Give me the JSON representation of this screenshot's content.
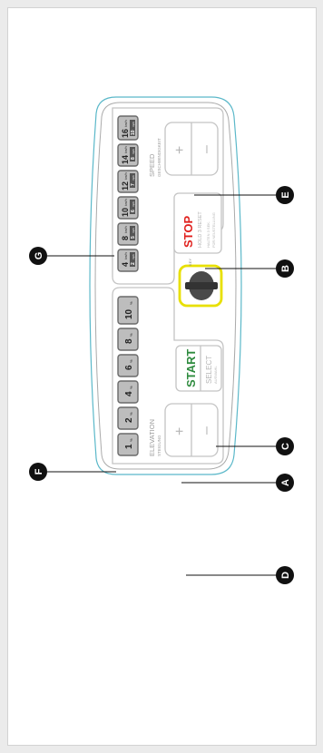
{
  "elevation": {
    "title": "ELEVATION",
    "subtitle": "STEIGUNG",
    "minus": "–",
    "plus": "+",
    "unit": "%",
    "presets": [
      "1",
      "2",
      "4",
      "6",
      "8",
      "10"
    ]
  },
  "speed": {
    "title": "SPEED",
    "subtitle": "GESCHWINDIGKEIT",
    "minus": "–",
    "plus": "+",
    "kmh_unit": "km/h",
    "mph_unit": "mph",
    "presets": [
      {
        "kmh": "4",
        "mph": "2"
      },
      {
        "kmh": "8",
        "mph": "5"
      },
      {
        "kmh": "10",
        "mph": "6"
      },
      {
        "kmh": "12",
        "mph": "7"
      },
      {
        "kmh": "14",
        "mph": "8"
      },
      {
        "kmh": "16",
        "mph": "10"
      }
    ]
  },
  "buttons": {
    "start": "START",
    "select": "SELECT",
    "select_sub": "AUSWAHL",
    "stop": "STOP",
    "stop_sub1": "HOLD 3 RESET",
    "stop_sub2": "HALTEN 3 SEK.",
    "stop_sub3": "FÜR NEUSTELLUNG",
    "key_label": "KEY"
  },
  "callouts": {
    "A": "A",
    "B": "B",
    "C": "C",
    "D": "D",
    "E": "E",
    "F": "F",
    "G": "G"
  },
  "colors": {
    "start_green": "#2e8b3e",
    "stop_red": "#e0201d",
    "key_ring": "#f0e600",
    "callout_fill": "#111111"
  }
}
